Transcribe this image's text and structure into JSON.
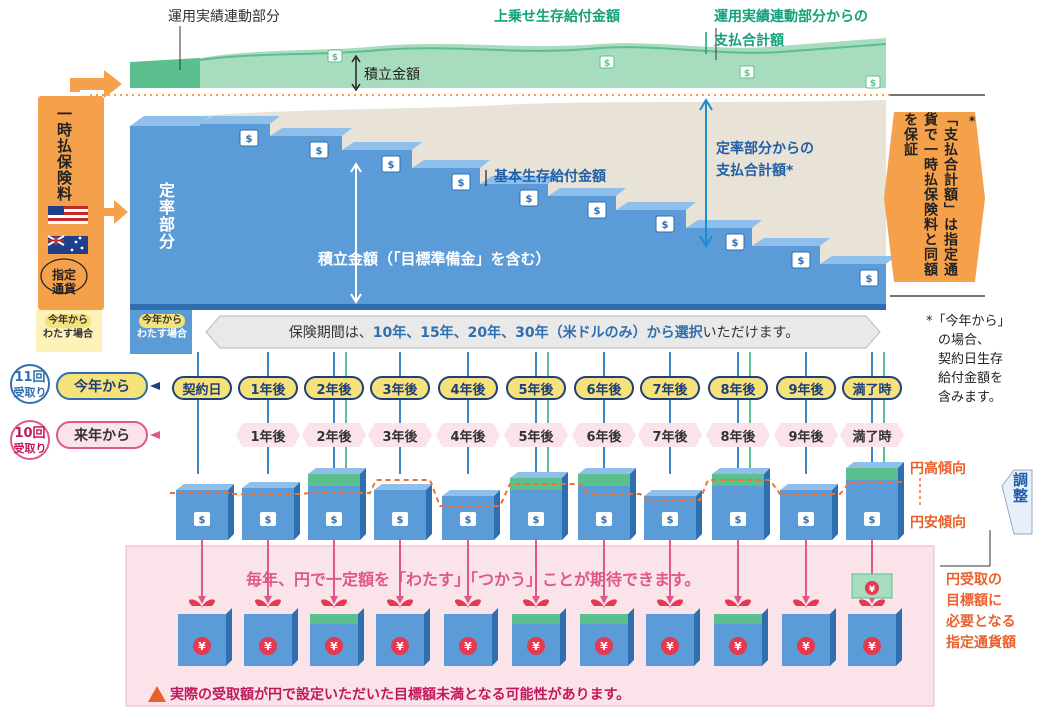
{
  "colors": {
    "green": "#5bbf8e",
    "green_light": "#a8dcbf",
    "blue": "#5a9bd8",
    "blue_dark": "#2f6fb0",
    "orange": "#f5a04a",
    "pink": "#e0578a",
    "pink_light": "#fbe3ea",
    "yellow": "#f6e27a",
    "beige": "#e9e2d6",
    "red_text": "#e8612c",
    "teal": "#13a07a"
  },
  "top": {
    "label_variable_part": "運用実績連動部分",
    "label_boost_survival": "上乗せ生存給付金額",
    "label_variable_total_l1": "運用実績連動部分からの",
    "label_variable_total_l2": "支払合計額",
    "label_accum": "積立金額"
  },
  "left": {
    "premium_label": "一時払保険料",
    "currency_label_l1": "指定",
    "currency_label_l2": "通貨",
    "flags": [
      "us-flag-icon",
      "au-flag-icon"
    ],
    "start_this_year_l1": "今年から",
    "start_this_year_l2": "わたす場合"
  },
  "fixed": {
    "label": "定率部分",
    "basic_survival": "基本生存給付金額",
    "fixed_total_l1": "定率部分からの",
    "fixed_total_l2": "支払合計額",
    "fixed_total_mark": "*",
    "accum_note": "積立金額（「目標準備金」を含む）",
    "start_this_year_l1": "今年から",
    "start_this_year_l2": "わたす場合"
  },
  "right_box": {
    "text": "「支払合計額」は指定通貨で一時払保険料と同額を保証",
    "mark": "*"
  },
  "period_banner": {
    "prefix": "保険期間は、",
    "highlight": "10年、15年、20年、30年（米ドルのみ）から選択",
    "suffix": "いただけます。"
  },
  "footnote": {
    "line1": "*「今年から」",
    "line2": "の場合、",
    "line3": "契約日生存",
    "line4": "給付金額を",
    "line5": "含みます。"
  },
  "rows": {
    "row1_count_l1": "11回",
    "row1_count_l2": "受取り",
    "row1_label": "今年から",
    "row2_count_l1": "10回",
    "row2_count_l2": "受取り",
    "row2_label": "来年から",
    "row1_items": [
      "契約日",
      "1年後",
      "2年後",
      "3年後",
      "4年後",
      "5年後",
      "6年後",
      "7年後",
      "8年後",
      "9年後",
      "満了時"
    ],
    "row2_items": [
      "1年後",
      "2年後",
      "3年後",
      "4年後",
      "5年後",
      "6年後",
      "7年後",
      "8年後",
      "9年後",
      "満了時"
    ]
  },
  "fx": {
    "yen_high": "円高傾向",
    "yen_low": "円安傾向",
    "adjust": "調整",
    "target_l1": "円受取の",
    "target_l2": "目標額に",
    "target_l3": "必要となる",
    "target_l4": "指定通貨額"
  },
  "yen_section": {
    "headline": "毎年、円で一定額を「わたす」「つかう」ことが期待できます。",
    "warning": "実際の受取額が円で設定いただいた目標額未満となる可能性があります。"
  },
  "icons": {
    "dollar": "$",
    "yen": "¥"
  }
}
